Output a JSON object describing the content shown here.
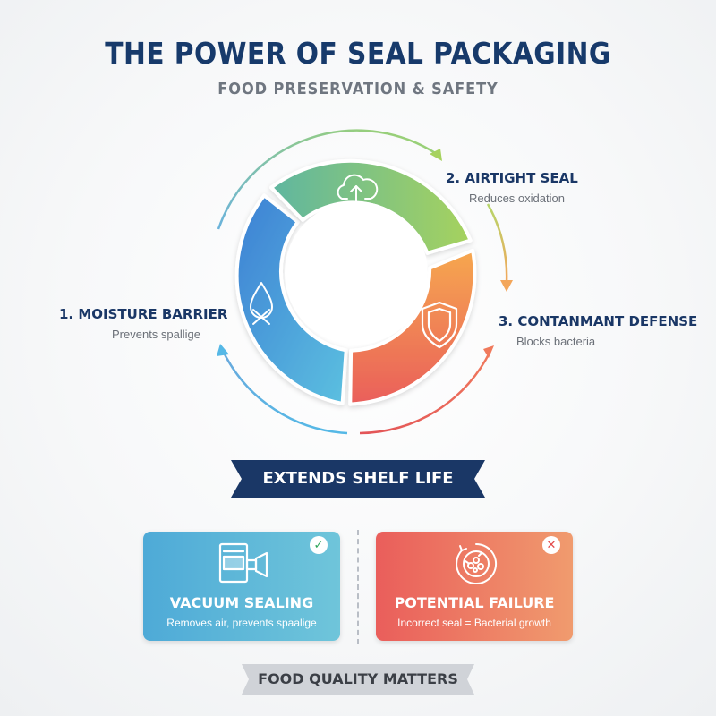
{
  "header": {
    "title": "THE POWER OF SEAL PACKAGING",
    "subtitle": "FOOD PRESERVATION & SAFETY"
  },
  "cycle": {
    "steps": [
      {
        "title": "1. MOISTURE BARRIER",
        "description": "Prevents spallige",
        "icon": "water-drop-icon",
        "color": "#3f8fd6"
      },
      {
        "title": "2. AIRTIGHT SEAL",
        "description": "Reduces oxidation",
        "icon": "cloud-upload-icon",
        "color": "#8cc96b"
      },
      {
        "title": "3. CONTANMANT DEFENSE",
        "description": "Blocks bacteria",
        "icon": "shield-icon",
        "color": "#ef7d55"
      }
    ]
  },
  "banner": {
    "label": "EXTENDS SHELF LIFE",
    "color": "#1a3766"
  },
  "cards": [
    {
      "title": "VACUUM SEALING",
      "description": "Removes air, prevents spaalige",
      "icon": "vacuum-sealer-icon",
      "badge": "check-icon",
      "color": "#4eaad7"
    },
    {
      "title": "POTENTIAL FAILURE",
      "description": "Incorrect seal = Bacterial growth",
      "icon": "bacteria-icon",
      "badge": "x-icon",
      "color": "#ea5e5b"
    }
  ],
  "footer": {
    "label": "FOOD QUALITY MATTERS",
    "color": "#d0d3d8"
  }
}
